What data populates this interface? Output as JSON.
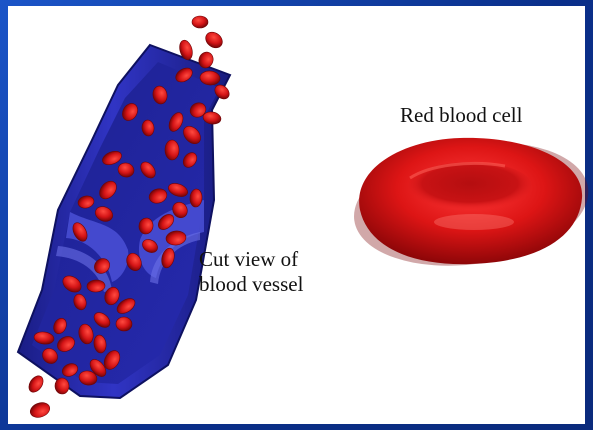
{
  "labels": {
    "red_blood_cell": "Red blood cell",
    "vessel_line1": "Cut view of",
    "vessel_line2": "blood vessel"
  },
  "colors": {
    "frame_blue": "#0d3a9c",
    "vessel_blue": "#2b2fb8",
    "vessel_dark": "#161a7a",
    "cell_red": "#d01418",
    "cell_dark": "#8a0a0c",
    "background": "#ffffff"
  }
}
